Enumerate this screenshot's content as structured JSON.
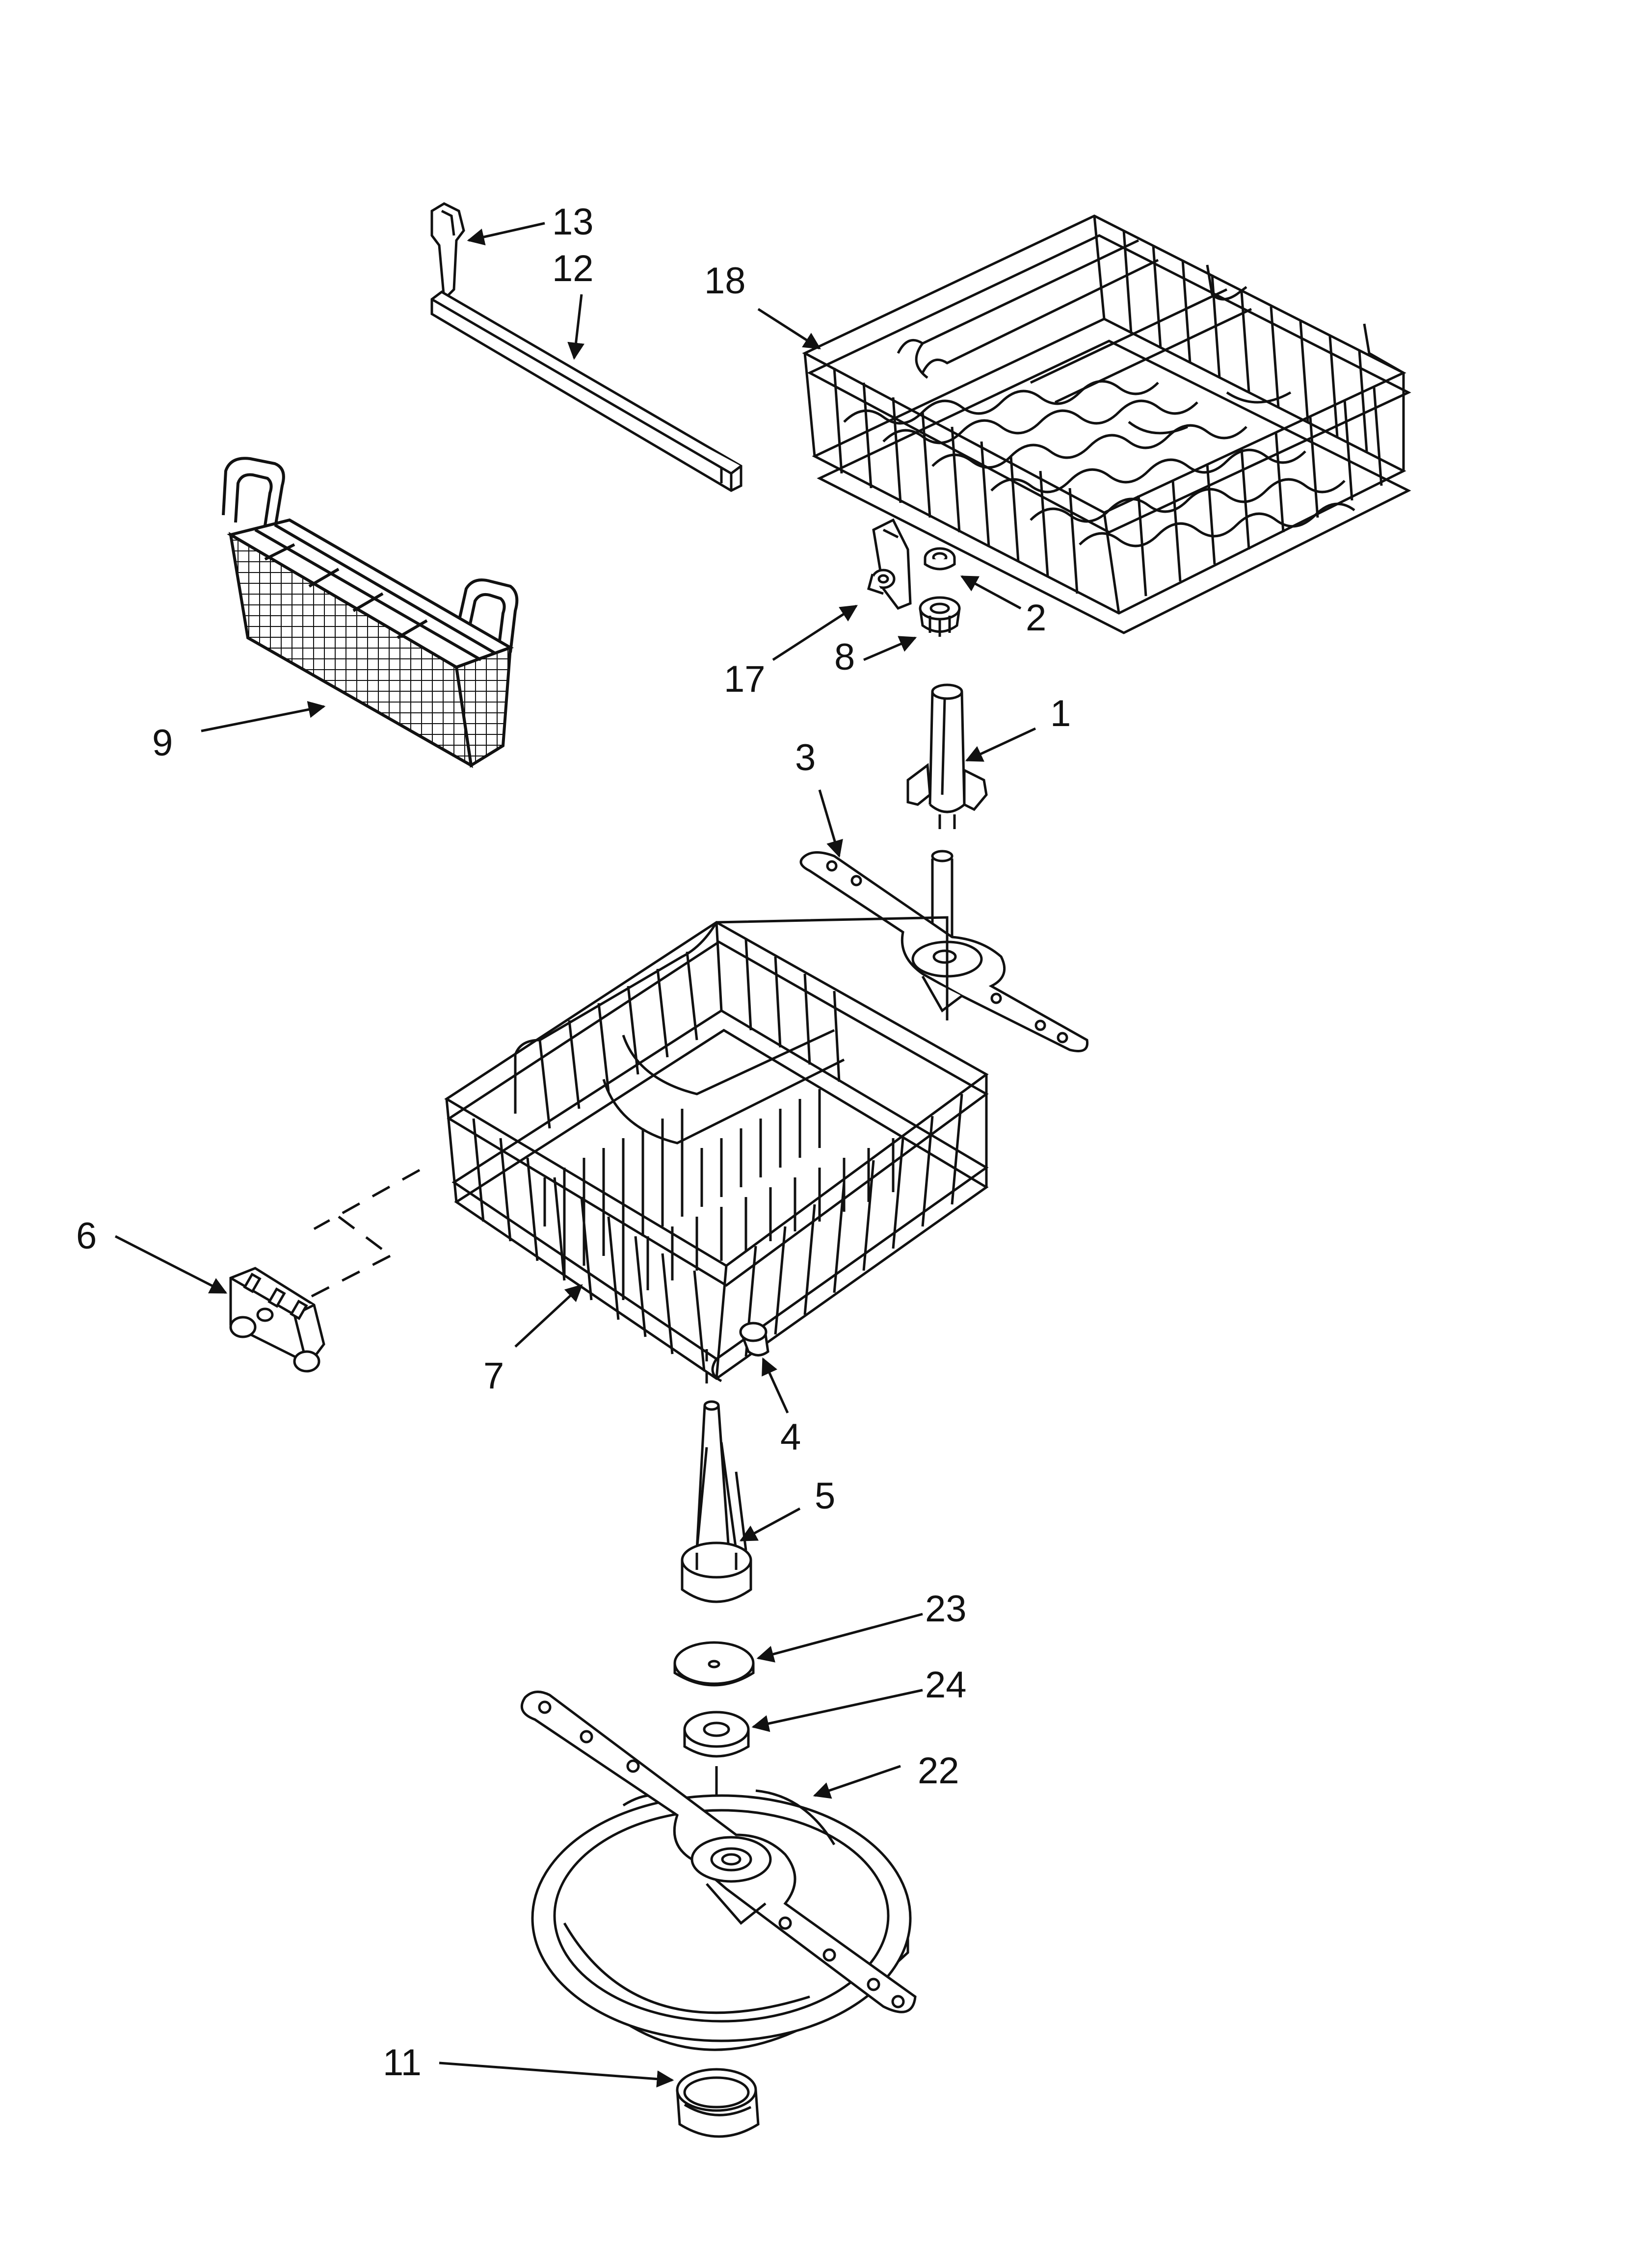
{
  "callouts": {
    "c1": "1",
    "c2": "2",
    "c3": "3",
    "c4": "4",
    "c5": "5",
    "c6": "6",
    "c7": "7",
    "c8": "8",
    "c9": "9",
    "c11": "11",
    "c12": "12",
    "c13": "13",
    "c17": "17",
    "c18": "18",
    "c22": "22",
    "c23": "23",
    "c24": "24"
  },
  "colors": {
    "line": "#111111",
    "background": "#ffffff",
    "shade": "#d9d9d9"
  }
}
